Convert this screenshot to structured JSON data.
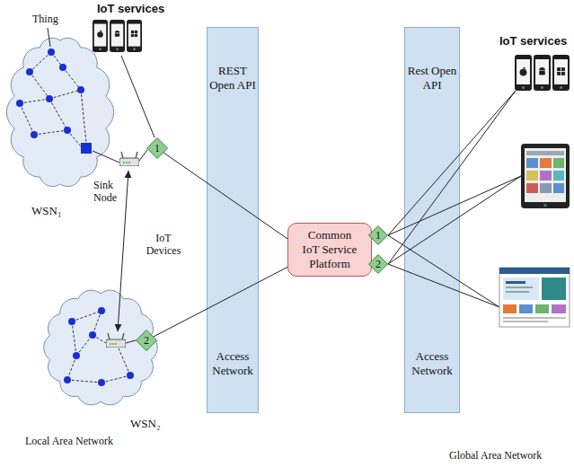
{
  "diagram": {
    "nodes": [
      {
        "text": [
          "WSN₁"
        ]
      },
      {
        "text": [
          "1"
        ]
      },
      {
        "text": [
          "REST Open API",
          "Access Network"
        ]
      },
      {
        "text": [
          "Common IoT Service Platform"
        ]
      },
      {
        "text": [
          "1"
        ]
      },
      {
        "text": [
          "2"
        ]
      },
      {
        "text": [
          "Rest Open API",
          "Access Network"
        ]
      },
      {
        "text": [
          "WSN₂"
        ]
      },
      {
        "text": [
          "2"
        ]
      }
    ],
    "edges": [
      {
        "from": 1,
        "to": 3,
        "arrow": "none"
      },
      {
        "from": 8,
        "to": 3,
        "arrow": "none"
      }
    ],
    "labels": [
      "IoT services",
      "Thing",
      "Sink Node",
      "IoT Devices",
      "IoT services",
      "Local Area Network",
      "Global Area Network"
    ]
  }
}
